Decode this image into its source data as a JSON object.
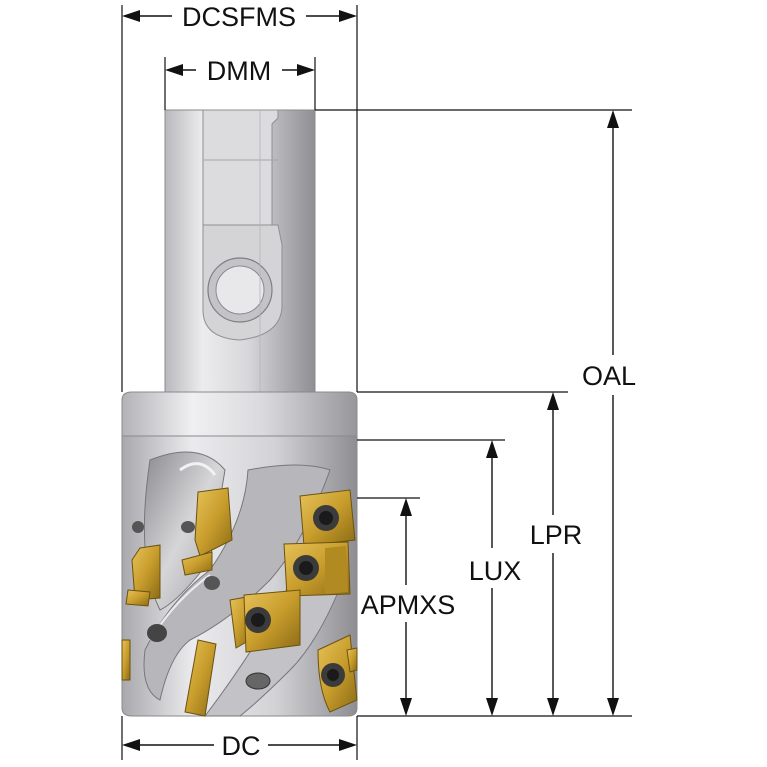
{
  "diagram": {
    "subject": "indexable-milling-cutter",
    "labels": {
      "dcsfms": "DCSFMS",
      "dmm": "DMM",
      "oal": "OAL",
      "lpr": "LPR",
      "lux": "LUX",
      "apmxs": "APMXS",
      "dc": "DC"
    },
    "colors": {
      "body_light": "#e6e6e8",
      "body_mid": "#c9c9cc",
      "body_dark": "#9c9ca0",
      "insert_gold": "#c9a23a",
      "insert_dark": "#7a5f14",
      "line": "#111111"
    }
  }
}
